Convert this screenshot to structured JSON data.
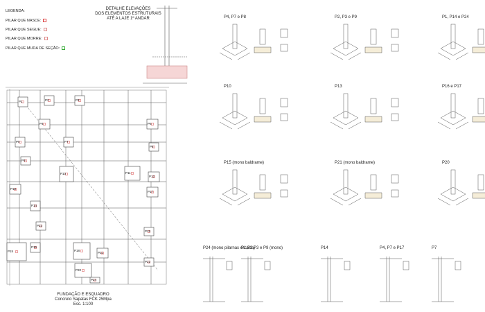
{
  "legend": {
    "title": "LEGENDA:",
    "items": [
      {
        "label": "PILAR QUE NASCE:",
        "color": "#d44"
      },
      {
        "label": "PILAR QUE SEGUE:",
        "color": "#d88"
      },
      {
        "label": "PILAR QUE MORRE:",
        "color": "#d88"
      },
      {
        "label": "PILAR QUE MUDA DE SEÇÃO:",
        "color": "#3a3"
      }
    ]
  },
  "elevation_title": [
    "DETALHE ELEVAÇÕES",
    "DOS ELEMENTOS ESTRUTURAIS",
    "ATÉ A LAJE 1º ANDAR"
  ],
  "plan_title": [
    "FUNDAÇÃO E ESQUADRO",
    "Concreto Sapatas FCK 25Mpa",
    "Esc. 1:100"
  ],
  "plan_pillars": [
    "P1",
    "P2",
    "P3",
    "P4",
    "P5",
    "P6",
    "P7",
    "P8",
    "P9",
    "P10",
    "P11",
    "P12",
    "P13",
    "P14",
    "P15",
    "P16",
    "P17",
    "P18",
    "P19",
    "P20",
    "P21",
    "P22",
    "P23",
    "P24"
  ],
  "detail_titles": [
    "P4, P7 e P8",
    "P2, P3 e P9",
    "P1, P14 e P24",
    "P10",
    "P13",
    "P16 e P17",
    "P15 (mono baldrame)",
    "P21 (mono baldrame)",
    "P20",
    "P24 (mono pilarnas escada)",
    "P1,P2,P3 e P9 (mono)",
    "P14",
    "P4, P7 e P17",
    "P7"
  ],
  "colors": {
    "line": "#444444",
    "accent": "#d44444",
    "green": "#33aa33",
    "pink": "#f2c6c6"
  }
}
